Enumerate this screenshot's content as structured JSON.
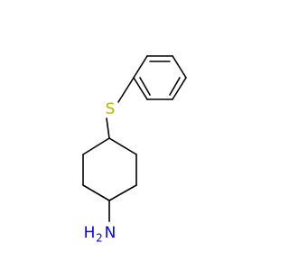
{
  "molecule": {
    "atoms": {
      "sulfur": {
        "label": "S",
        "color": "#b8b400"
      },
      "nitrogen": {
        "label": "N",
        "color": "#0000ff"
      },
      "hydrogen": {
        "label": "H",
        "color": "#0000ff"
      },
      "hydrogen_count": {
        "label": "2",
        "color": "#0000ff"
      }
    },
    "bond_color": "#000000"
  }
}
